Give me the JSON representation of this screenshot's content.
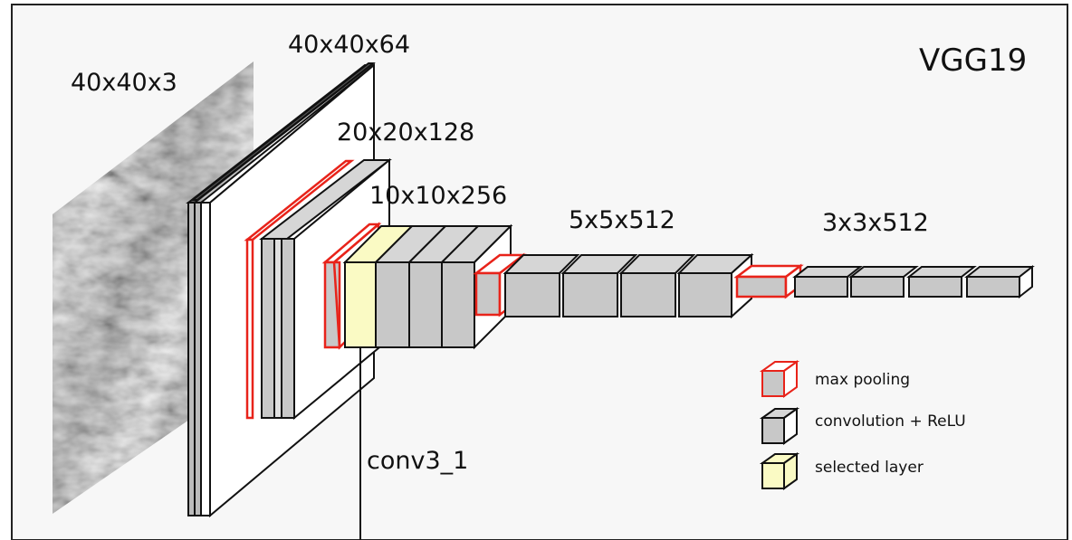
{
  "title": "VGG19",
  "labels": {
    "input": "40x40x3",
    "block1": "40x40x64",
    "block2": "20x20x128",
    "block3": "10x10x256",
    "block4": "5x5x512",
    "block5": "3x3x512"
  },
  "selected_layer_name": "conv3_1",
  "legend": {
    "max_pooling": "max pooling",
    "conv_relu": "convolution + ReLU",
    "selected": "selected layer"
  },
  "colors": {
    "pooling_stroke": "#e8231a",
    "conv_fill": "#c8c8c8",
    "selected_fill": "#fafac4",
    "background": "#f7f7f7"
  }
}
